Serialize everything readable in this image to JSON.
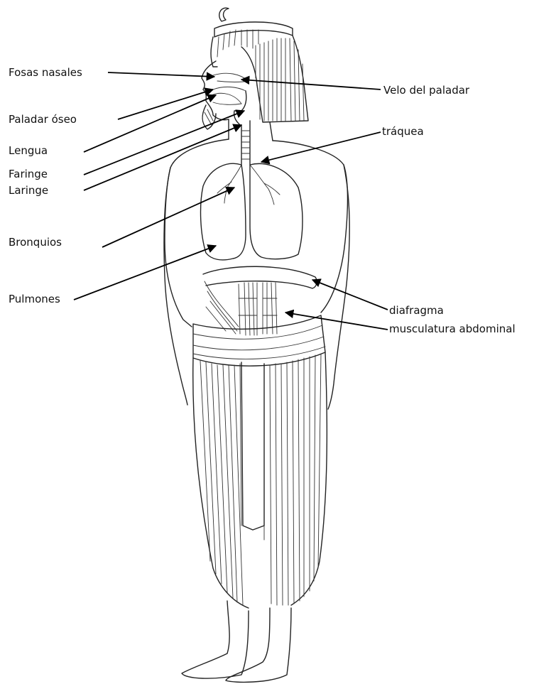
{
  "labels": {
    "fosas_nasales": "Fosas nasales",
    "paladar_oseo": "Paladar óseo",
    "lengua": "Lengua",
    "faringe": "Faringe",
    "laringe": "Laringe",
    "bronquios": "Bronquios",
    "pulmones": "Pulmones",
    "velo_del_paladar": "Velo del paladar",
    "traquea": "tráquea",
    "diafragma": "diafragma",
    "musculatura_abdominal": "musculatura abdominal"
  }
}
